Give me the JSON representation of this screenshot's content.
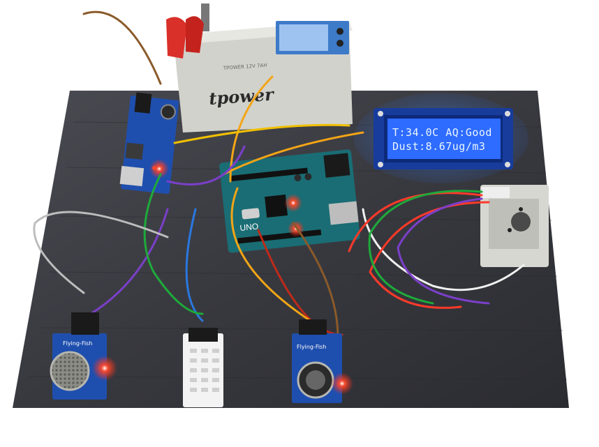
{
  "lcd": {
    "line1": "T:34.0C AQ:Good",
    "line2": "Dust:8.67ug/m3"
  },
  "battery": {
    "brand": "tpower",
    "model": "TPOWER 12V 7AH"
  },
  "arduino": {
    "label": "UNO"
  },
  "sensors": {
    "gas_left_label": "Flying-Fish",
    "gas_right_label": "Flying-Fish"
  },
  "colors": {
    "board": "#3a3b40",
    "lcd_bg": "#1f5fe0",
    "pcb_blue": "#1f4fae",
    "arduino_green": "#1a6d74",
    "led_red": "#ff2a1a"
  }
}
